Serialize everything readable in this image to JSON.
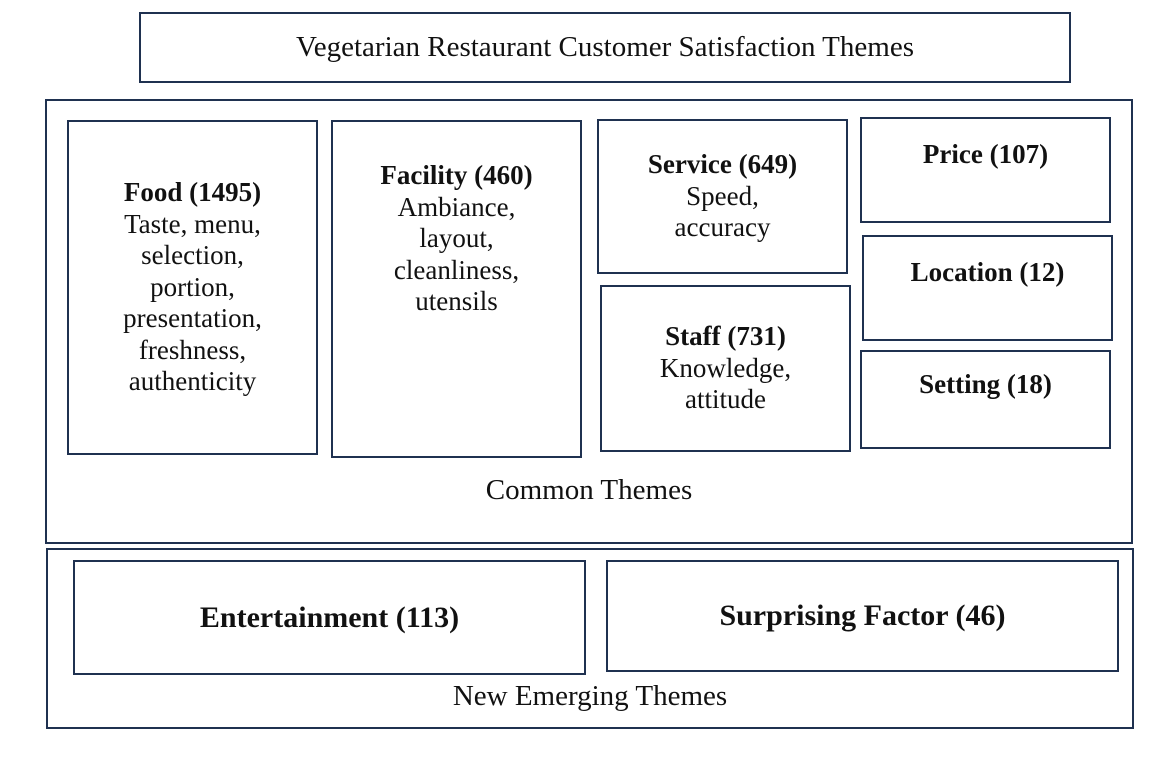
{
  "title": "Vegetarian Restaurant Customer Satisfaction Themes",
  "common": {
    "label": "Common Themes",
    "themes": [
      {
        "name": "Food (1495)",
        "desc": [
          "Taste, menu,",
          "selection,",
          "portion,",
          "presentation,",
          "freshness,",
          "authenticity"
        ]
      },
      {
        "name": "Facility (460)",
        "desc": [
          "Ambiance,",
          "layout,",
          "cleanliness,",
          "utensils"
        ]
      },
      {
        "name": "Service (649)",
        "desc": [
          "Speed,",
          "accuracy"
        ]
      },
      {
        "name": "Staff (731)",
        "desc": [
          "Knowledge,",
          "attitude"
        ]
      },
      {
        "name": "Price (107)"
      },
      {
        "name": "Location (12)"
      },
      {
        "name": "Setting (18)"
      }
    ]
  },
  "emerging": {
    "label": "New Emerging Themes",
    "themes": [
      {
        "name": "Entertainment (113)"
      },
      {
        "name": "Surprising Factor (46)"
      }
    ]
  },
  "colors": {
    "border": "#1f3150"
  }
}
